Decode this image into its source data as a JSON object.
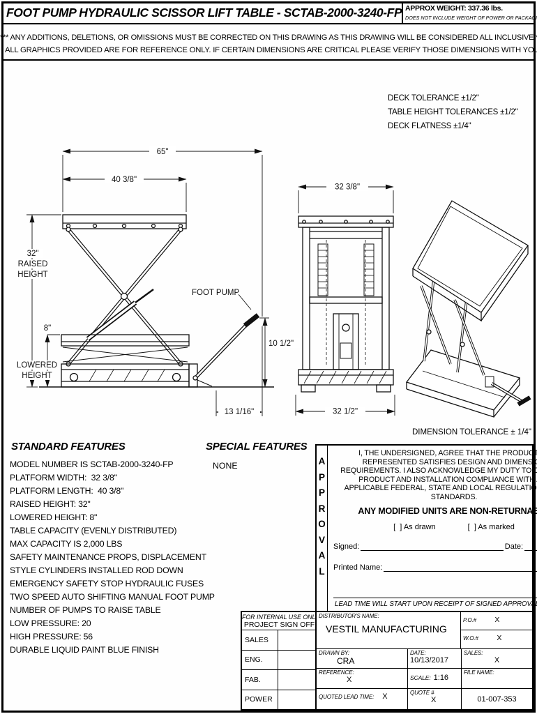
{
  "header": {
    "title": "FOOT PUMP HYDRAULIC SCISSOR LIFT TABLE - SCTAB-2000-3240-FP",
    "approx_weight": "APPROX WEIGHT: 337.36 lbs.",
    "weight_note": "DOES NOT INCLUDE WEIGHT OF POWER OR PACKAGING!!!",
    "notice_line1": "*** ANY ADDITIONS, DELETIONS, OR OMISSIONS MUST BE CORRECTED ON THIS DRAWING AS THIS DRAWING WILL BE CONSIDERED ALL INCLUSIVE ***",
    "notice_line2": "ALL GRAPHICS PROVIDED ARE FOR REFERENCE ONLY. IF CERTAIN DIMENSIONS ARE CRITICAL PLEASE VERIFY THOSE DIMENSIONS WITH YOUR SALESPERSON"
  },
  "tolerances": {
    "deck": "DECK TOLERANCE ±1/2\"",
    "table_height": "TABLE HEIGHT TOLERANCES ±1/2\"",
    "deck_flatness": "DECK FLATNESS ±1/4\"",
    "dimension": "DIMENSION TOLERANCE ± 1/4\""
  },
  "drawing": {
    "side_view": {
      "overall_length": "65\"",
      "platform_length": "40 3/8\"",
      "raised_value": "32\"",
      "raised_word1": "RAISED",
      "raised_word2": "HEIGHT",
      "lowered_value": "8\"",
      "lowered_word1": "LOWERED",
      "lowered_word2": "HEIGHT",
      "foot_pump_callout": "FOOT PUMP",
      "pedal_reach": "13 1/16\"",
      "pedal_height": "10 1/2\""
    },
    "front_view": {
      "platform_width": "32 3/8\"",
      "base_width": "32 1/2\""
    }
  },
  "standard_features": {
    "heading": "STANDARD FEATURES",
    "items": [
      "MODEL NUMBER IS SCTAB-2000-3240-FP",
      "PLATFORM WIDTH:  32 3/8\"",
      "PLATFORM LENGTH:  40 3/8\"",
      "RAISED HEIGHT: 32\"",
      "LOWERED HEIGHT: 8\"",
      "TABLE CAPACITY (EVENLY DISTRIBUTED)",
      "MAX CAPACITY IS 2,000 LBS",
      "SAFETY MAINTENANCE PROPS, DISPLACEMENT",
      "STYLE CYLINDERS INSTALLED ROD DOWN",
      "EMERGENCY SAFETY STOP HYDRAULIC FUSES",
      "TWO SPEED AUTO SHIFTING MANUAL FOOT PUMP",
      "NUMBER OF PUMPS TO RAISE TABLE",
      "LOW PRESSURE: 20",
      "HIGH PRESSURE: 56",
      "DURABLE LIQUID PAINT BLUE FINISH"
    ]
  },
  "special_features": {
    "heading": "SPECIAL FEATURES",
    "value": "NONE"
  },
  "approval": {
    "vertical_label": "APPROVAL",
    "statement": "I, THE UNDERSIGNED, AGREE THAT THE PRODUCT AS REPRESENTED SATISFIES DESIGN AND DIMENSION REQUIREMENTS.  I ALSO ACKNOWLEDGE MY DUTY TO CONFIRM PRODUCT AND INSTALLATION COMPLIANCE WITH ALL APPLICABLE FEDERAL, STATE AND LOCAL REGULATIONS AND STANDARDS.",
    "non_returnable": "ANY MODIFIED UNITS ARE NON-RETURNABLE",
    "as_drawn": "[  ] As drawn",
    "as_marked": "[  ] As marked",
    "signed_label": "Signed:",
    "date_label": "Date:",
    "printed_name_label": "Printed Name:",
    "lead_time_note": "LEAD TIME WILL START UPON RECEIPT OF SIGNED APPROVAL DRAWING"
  },
  "internal_signoff": {
    "heading_line1": "FOR INTERNAL USE ONLY",
    "heading_line2": "PROJECT SIGN OFF",
    "rows": [
      "SALES",
      "ENG.",
      "FAB.",
      "POWER"
    ]
  },
  "title_block": {
    "distributor_label": "DISTRIBUTOR'S NAME:",
    "distributor_value": "VESTIL MANUFACTURING",
    "po_label": "P.O.#",
    "po_value": "X",
    "wo_label": "W.O.#",
    "wo_value": "X",
    "drawn_by_label": "DRAWN BY:",
    "drawn_by_value": "CRA",
    "date_label": "DATE:",
    "date_value": "10/13/2017",
    "sales_label": "SALES:",
    "sales_value": "X",
    "reference_label": "REFERENCE:",
    "reference_value": "X",
    "scale_label": "SCALE:",
    "scale_value": "1:16",
    "file_name_label": "FILE NAME:",
    "file_name_value": "01-007-353",
    "quoted_lead_time_label": "QUOTED LEAD TIME:",
    "quoted_lead_time_value": "X",
    "quote_label": "QUOTE #",
    "quote_value": "X"
  }
}
